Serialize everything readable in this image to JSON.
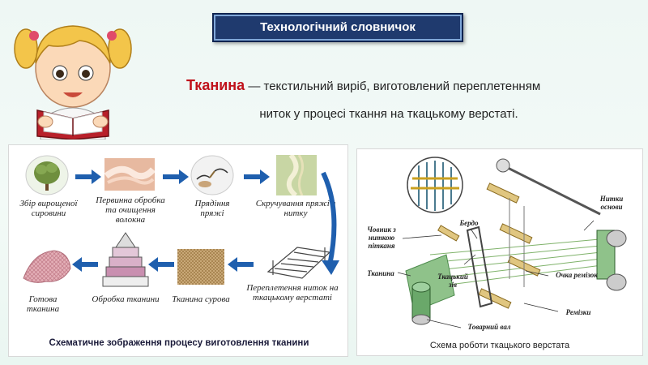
{
  "header": {
    "title": "Технологічний словничок"
  },
  "definition": {
    "term": "Тканина",
    "text_line1": " — текстильний виріб, виготовлений переплетенням",
    "text_line2": "ниток у процесі ткання на ткацькому верстаті."
  },
  "process": {
    "steps": [
      "Збір вирощеної сировини",
      "Первинна обробка та очищення волокна",
      "Прядіння пряжі",
      "Скручування пряжі в нитку",
      "Переплетення ниток на ткацькому верстаті",
      "Тканина сурова",
      "Обробка тканини",
      "Готова тканина"
    ],
    "caption": "Схематичне зображення процесу виготовлення тканини"
  },
  "loom": {
    "labels": {
      "bardo": "Бердо",
      "shuttle": "Човник з ниткою пітканя",
      "warp": "Нитки основи",
      "fabric": "Тканина",
      "shed": "Ткацький зів",
      "heddle_eye": "Очка ремізок",
      "heddles": "Ремізки",
      "cloth_beam": "Товарний вал"
    },
    "caption": "Схема роботи ткацького верстата"
  },
  "colors": {
    "accent": "#1f3a6e",
    "term": "#c0121b",
    "arrow": "#1f5fae"
  }
}
